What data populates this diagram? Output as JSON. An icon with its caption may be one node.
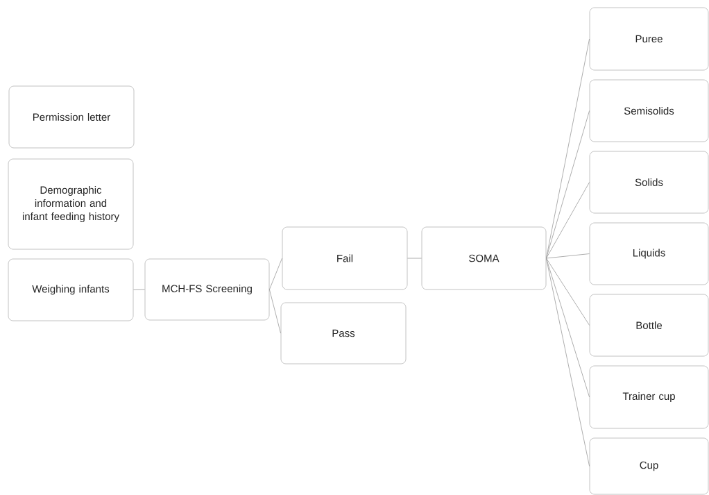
{
  "diagram": {
    "nodes": [
      {
        "text": [
          "Permission letter"
        ]
      },
      {
        "text": [
          "Demographic information and infant feeding history"
        ]
      },
      {
        "text": [
          "Weighing infants"
        ]
      },
      {
        "text": [
          "MCH-FS Screening"
        ]
      },
      {
        "text": [
          "Fail"
        ]
      },
      {
        "text": [
          "Pass"
        ]
      },
      {
        "text": [
          "SOMA"
        ]
      },
      {
        "text": [
          "Puree"
        ]
      },
      {
        "text": [
          "Semisolids"
        ]
      },
      {
        "text": [
          "Solids"
        ]
      },
      {
        "text": [
          "Liquids"
        ]
      },
      {
        "text": [
          "Bottle"
        ]
      },
      {
        "text": [
          "Trainer cup"
        ]
      },
      {
        "text": [
          "Cup"
        ]
      }
    ],
    "edges": [
      {
        "from": 2,
        "to": 3,
        "arrow": "none"
      },
      {
        "from": 3,
        "to": 4,
        "arrow": "none"
      },
      {
        "from": 3,
        "to": 5,
        "arrow": "none"
      },
      {
        "from": 4,
        "to": 6,
        "arrow": "none"
      },
      {
        "from": 6,
        "to": 7,
        "arrow": "none"
      },
      {
        "from": 6,
        "to": 8,
        "arrow": "none"
      },
      {
        "from": 6,
        "to": 9,
        "arrow": "none"
      },
      {
        "from": 6,
        "to": 10,
        "arrow": "none"
      },
      {
        "from": 6,
        "to": 11,
        "arrow": "none"
      },
      {
        "from": 6,
        "to": 12,
        "arrow": "none"
      },
      {
        "from": 6,
        "to": 13,
        "arrow": "none"
      }
    ]
  }
}
